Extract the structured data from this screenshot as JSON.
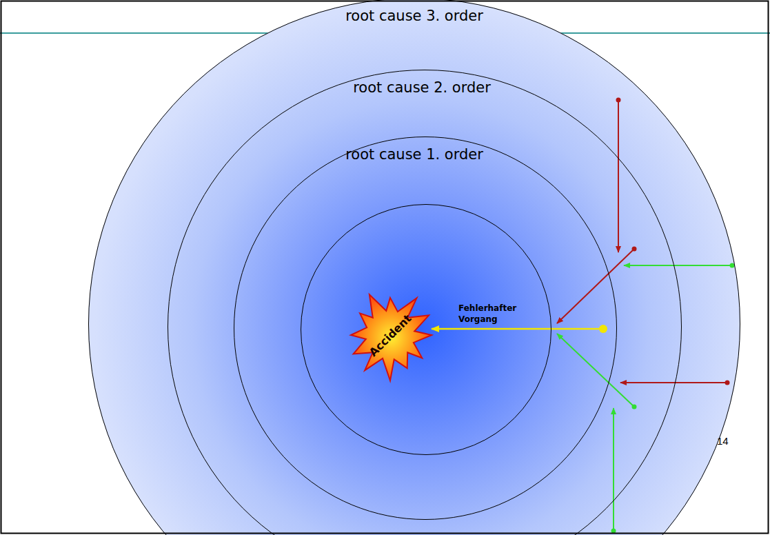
{
  "diagram": {
    "nodes": [
      {
        "text": [
          "root cause 3. order"
        ]
      },
      {
        "text": [
          "root cause 2. order"
        ],
        "in": 0
      },
      {
        "text": [
          "root cause 1. order"
        ],
        "in": 1
      },
      {
        "text": [
          "Fehlerhafter Vorgang"
        ],
        "in": 2
      },
      {
        "text": [
          "Accident"
        ],
        "in": 3
      }
    ],
    "edges": [
      {
        "from": 2,
        "to": 4,
        "arrow": "to"
      }
    ],
    "labels": [
      "14"
    ]
  }
}
